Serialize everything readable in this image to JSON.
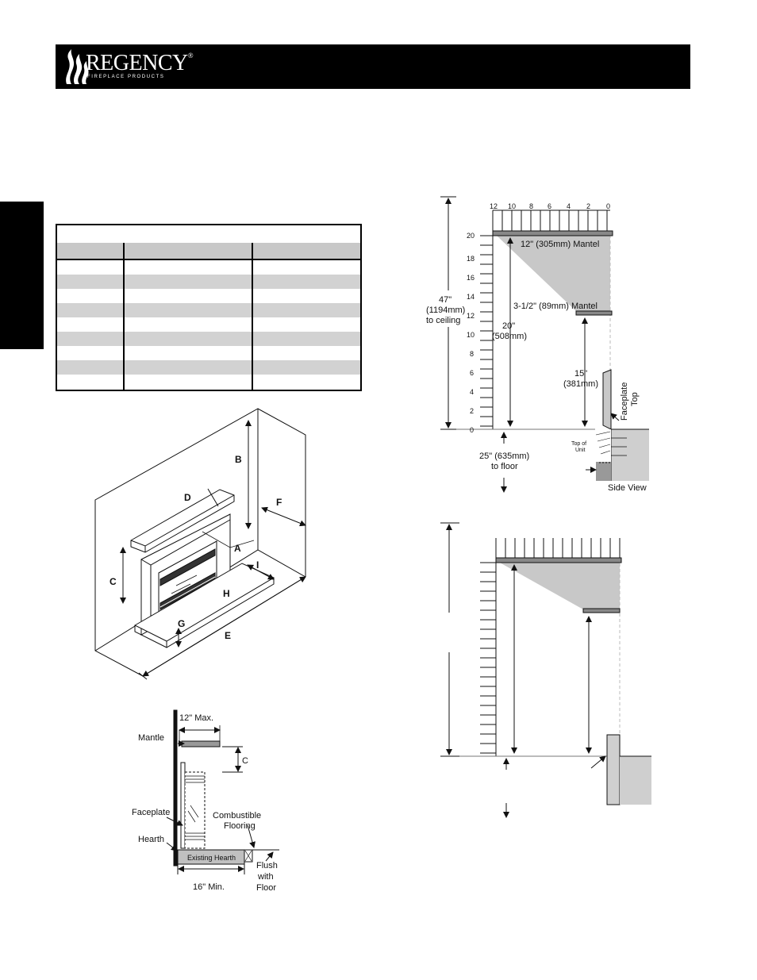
{
  "header": {
    "brand_name": "REGENCY",
    "brand_tm": "®",
    "brand_sub": "FIREPLACE PRODUCTS",
    "logo_icon": "flame-icon"
  },
  "table": {
    "shaded_rows": [
      false,
      true,
      false,
      true,
      false,
      true,
      false,
      true,
      false
    ]
  },
  "isometric": {
    "labels": {
      "a": "A",
      "b": "B",
      "c": "C",
      "d": "D",
      "e": "E",
      "f": "F",
      "g": "G",
      "h": "H",
      "i": "I"
    }
  },
  "hearth_detail": {
    "max_label": "12\" Max.",
    "mantle": "Mantle",
    "c": "C",
    "faceplate": "Faceplate",
    "hearth": "Hearth",
    "combustible_1": "Combustible",
    "combustible_2": "Flooring",
    "existing_hearth": "Existing Hearth",
    "flush_1": "Flush",
    "flush_2": "with",
    "flush_3": "Floor",
    "min_label": "16\" Min."
  },
  "side_view": {
    "top_ticks": [
      "12",
      "10",
      "8",
      "6",
      "4",
      "2",
      "0"
    ],
    "left_ticks": [
      "20",
      "18",
      "16",
      "14",
      "12",
      "10",
      "8",
      "6",
      "4",
      "2",
      "0"
    ],
    "mantel_12": "12\" (305mm) Mantel",
    "mantel_35": "3-1/2\" (89mm) Mantel",
    "ceiling_1": "47\"",
    "ceiling_2": "(1194mm)",
    "ceiling_3": "to ceiling",
    "d20_1": "20\"",
    "d20_2": "(508mm)",
    "d15_1": "15\"",
    "d15_2": "(381mm)",
    "faceplate_1": "Faceplate",
    "faceplate_2": "Top",
    "topunit_1": "Top of",
    "topunit_2": "Unit",
    "floor_1": "25\" (635mm)",
    "floor_2": "to floor",
    "caption": "Side View"
  }
}
